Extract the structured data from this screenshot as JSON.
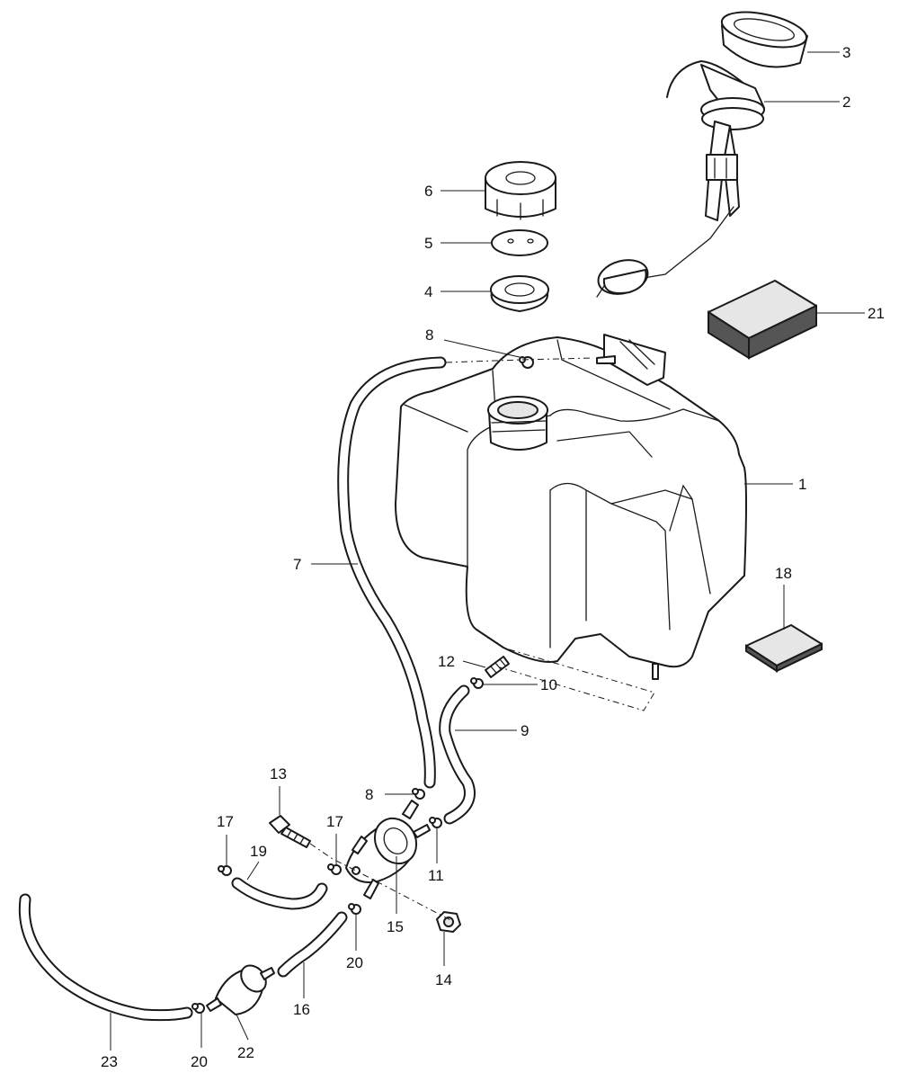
{
  "callouts": {
    "c1": "1",
    "c2": "2",
    "c3": "3",
    "c4": "4",
    "c5": "5",
    "c6": "6",
    "c7": "7",
    "c8a": "8",
    "c8b": "8",
    "c9": "9",
    "c10": "10",
    "c11": "11",
    "c12": "12",
    "c13": "13",
    "c14": "14",
    "c15": "15",
    "c16": "16",
    "c17a": "17",
    "c17b": "17",
    "c18": "18",
    "c19": "19",
    "c20a": "20",
    "c20b": "20",
    "c21": "21",
    "c22": "22",
    "c23": "23"
  }
}
